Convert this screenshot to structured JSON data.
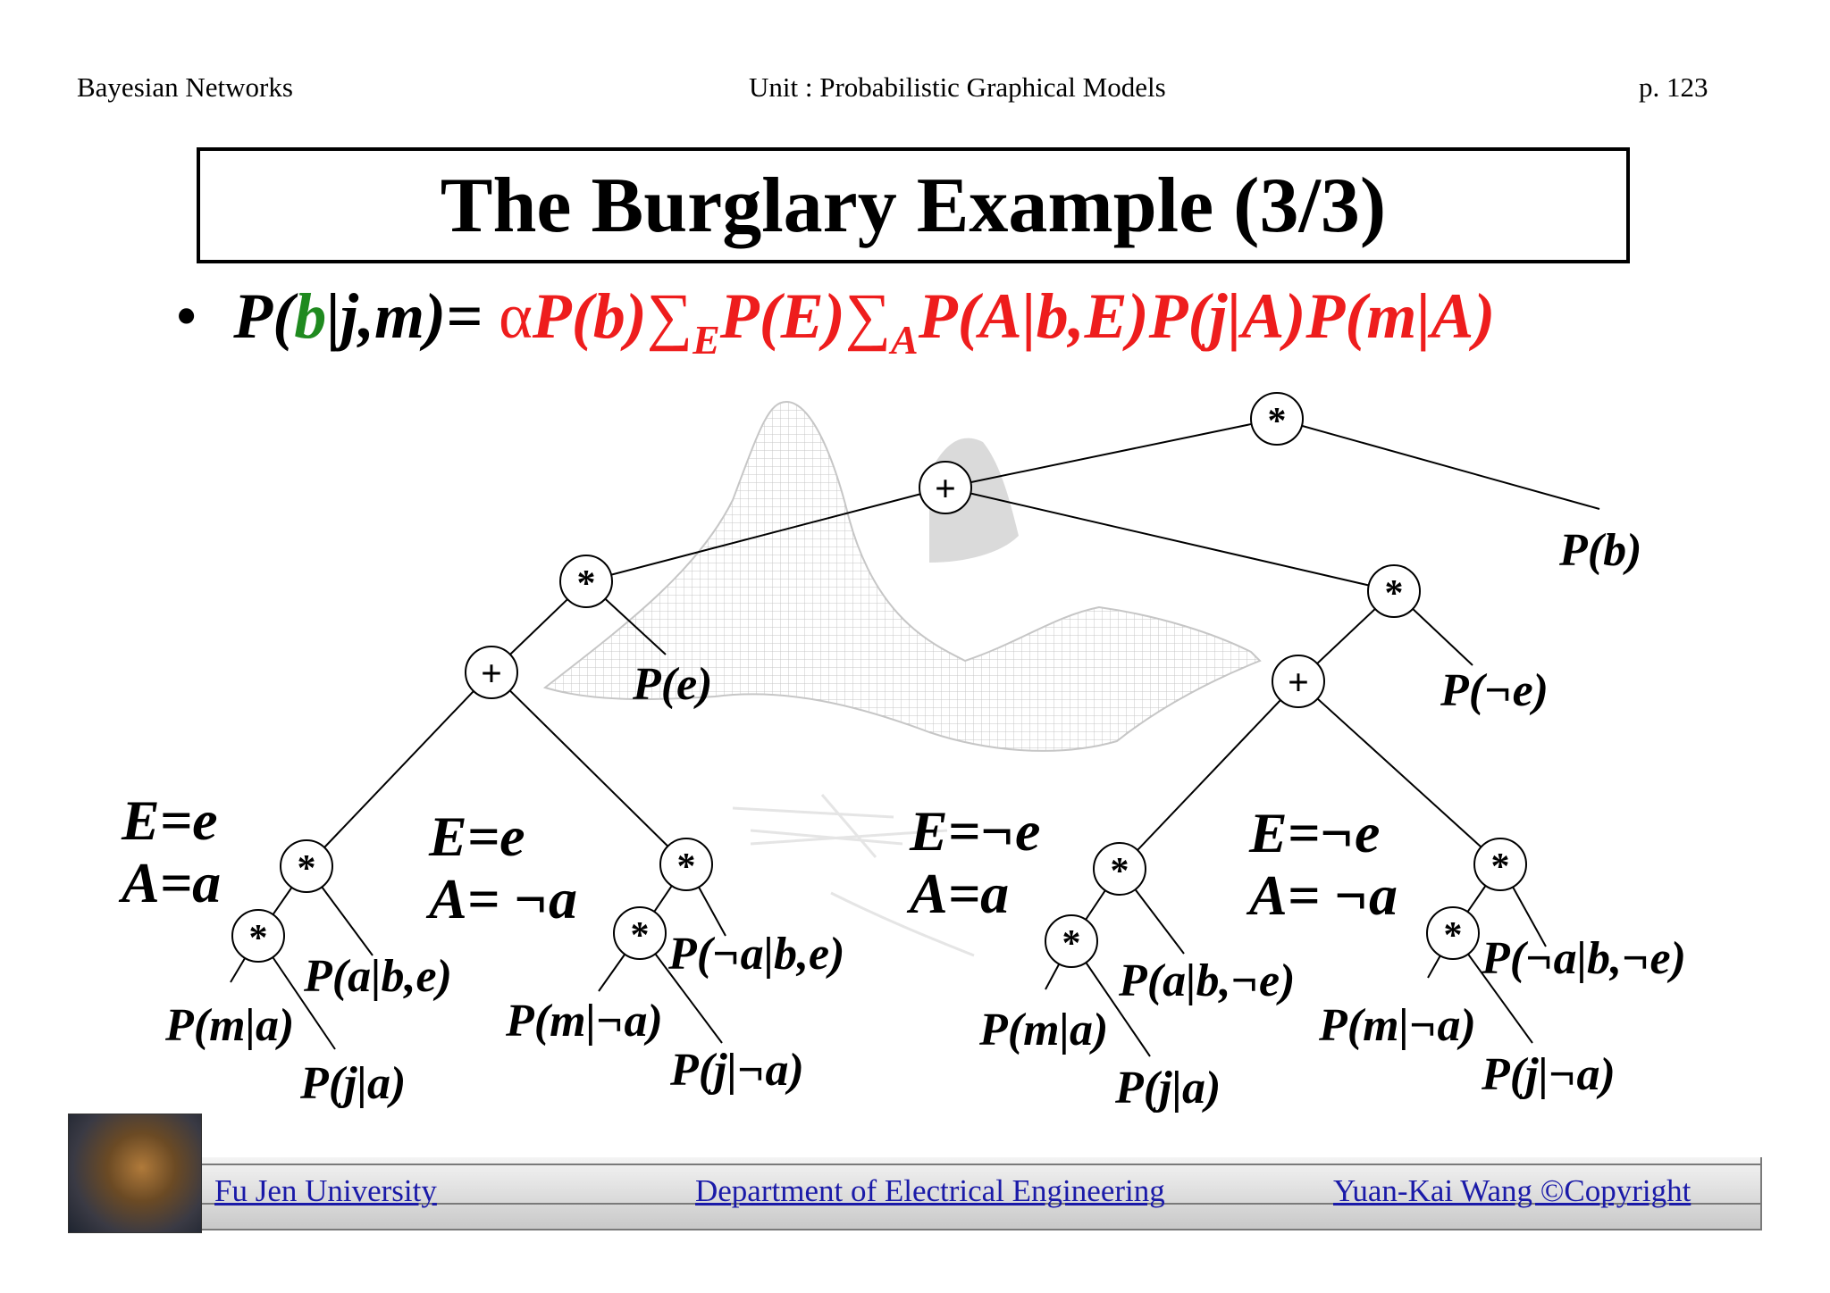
{
  "header": {
    "left": "Bayesian Networks",
    "center": "Unit : Probabilistic Graphical Models",
    "page": "p.  123"
  },
  "title": "The Burglary Example (3/3)",
  "formula": {
    "bullet": "•",
    "p1": "P(",
    "b": "b",
    "p2": "|j,m)= ",
    "alpha": "α",
    "red1": "P(b)",
    "sigma1": "∑",
    "sub1": "E",
    "red2": "P(E)",
    "sigma2": "∑",
    "sub2": "A",
    "red3": "P(A|b,E)P(j|A)P(m|A)"
  },
  "tree": {
    "nodes": {
      "root": "*",
      "plus_top": "+",
      "star_e": "*",
      "star_not_e": "*",
      "plus_e": "+",
      "plus_not_e": "+",
      "star_e_a": "*",
      "star_e_a_inner": "*",
      "star_e_not_a": "*",
      "star_e_not_a_inner": "*",
      "star_ne_a": "*",
      "star_ne_a_inner": "*",
      "star_ne_not_a": "*",
      "star_ne_not_a_inner": "*"
    },
    "leaves": {
      "p_b": "P(b)",
      "p_e": "P(e)",
      "p_not_e": "P(¬e)",
      "p_a_b_e": "P(a|b,e)",
      "p_m_a_1": "P(m|a)",
      "p_j_a_1": "P(j|a)",
      "p_not_a_b_e": "P(¬a|b,e)",
      "p_m_not_a_1": "P(m|¬a)",
      "p_j_not_a_1": "P(j|¬a)",
      "p_a_b_not_e": "P(a|b,¬e)",
      "p_m_a_2": "P(m|a)",
      "p_j_a_2": "P(j|a)",
      "p_not_a_b_not_e": "P(¬a|b,¬e)",
      "p_m_not_a_2": "P(m|¬a)",
      "p_j_not_a_2": "P(j|¬a)"
    },
    "cases": {
      "c1_line1": "E=e",
      "c1_line2": "A=a",
      "c2_line1": "E=e",
      "c2_line2": "A= ¬a",
      "c3_line1": "E=¬e",
      "c3_line2": "A=a",
      "c4_line1": "E=¬e",
      "c4_line2": "A= ¬a"
    }
  },
  "footer": {
    "left": "Fu Jen University",
    "center": "Department of Electrical Engineering",
    "right": "Yuan-Kai Wang ©Copyright"
  }
}
